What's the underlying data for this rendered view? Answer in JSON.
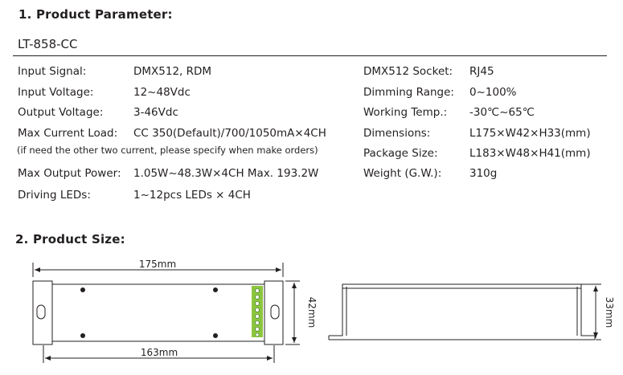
{
  "section1": {
    "title": "1.  Product Parameter:",
    "model": "LT-858-CC"
  },
  "params_left": [
    {
      "label": "Input Signal:",
      "value": "DMX512, RDM"
    },
    {
      "label": "Input Voltage:",
      "value": "12~48Vdc"
    },
    {
      "label": "Output Voltage:",
      "value": "3-46Vdc"
    },
    {
      "label": "Max Current Load:",
      "value": "CC 350(Default)/700/1050mA×4CH"
    },
    {
      "label": "Max Output Power:",
      "value": "1.05W~48.3W×4CH  Max. 193.2W"
    },
    {
      "label": "Driving LEDs:",
      "value": "1~12pcs LEDs × 4CH"
    }
  ],
  "current_note": "(if need the other two current, please specify when make orders)",
  "params_right": [
    {
      "label": "DMX512 Socket:",
      "value": "RJ45"
    },
    {
      "label": "Dimming Range:",
      "value": "0~100%"
    },
    {
      "label": "Working Temp.:",
      "value": "-30℃~65℃"
    },
    {
      "label": "Dimensions:",
      "value": "L175×W42×H33(mm)"
    },
    {
      "label": "Package Size:",
      "value": "L183×W48×H41(mm)"
    },
    {
      "label": "Weight (G.W.):",
      "value": "310g"
    }
  ],
  "section2": {
    "title": "2.  Product Size:"
  },
  "dimensions": {
    "length_top": "175mm",
    "length_bottom": "163mm",
    "width": "42mm",
    "height": "33mm"
  },
  "colors": {
    "text": "#231f20",
    "terminal_green": "#8cc63f"
  }
}
